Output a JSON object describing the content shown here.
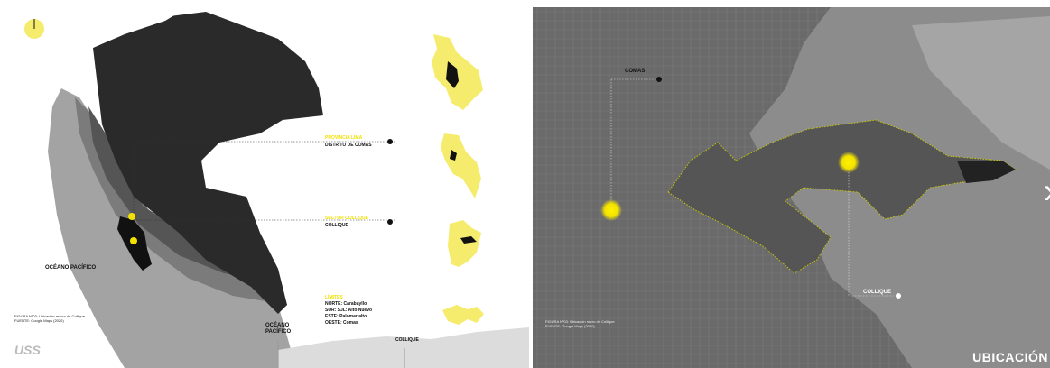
{
  "left_map": {
    "labels": {
      "ocean_left": "OCÉANO PACÍFICO",
      "ocean_bottom_line1": "OCÉANO",
      "ocean_bottom_line2": "PACÍFICO",
      "collique_bottom": "COLLIQUE",
      "district_heading": "PROVINCIA LIMA",
      "district_name": "DISTRITO DE COMAS",
      "sector_heading": "SECTOR COLLIQUE",
      "sector_name": "COLLIQUE"
    },
    "limits": {
      "heading": "LÍMITES",
      "north": "NORTE: Carabayllo",
      "south": "SUR: SJL: Alto Nuevo",
      "east": "ESTE: Palomar alto",
      "west": "OESTE: Comas"
    },
    "caption": {
      "line1": "FIGURA Nº03: Ubicación macro de Collique",
      "line2": "FUENTE: Google Maps (2020)"
    },
    "logo": "USS",
    "colors": {
      "highlight": "#f5ec6e",
      "dark_region": "#2a2a2a",
      "marker": "#f2e200"
    }
  },
  "right_map": {
    "labels": {
      "comas": "COMAS",
      "collique": "COLLIQUE"
    },
    "caption": {
      "line1": "FIGURA Nº03: Ubicación micro de Collique",
      "line2": "FUENTE: Google Maps (2020)"
    },
    "title": "UBICACIÓN"
  },
  "navigation": {
    "prev_icon": "chevron-left-icon",
    "next_icon": "chevron-right-icon",
    "prev_glyph": "‹",
    "next_glyph": "›"
  }
}
